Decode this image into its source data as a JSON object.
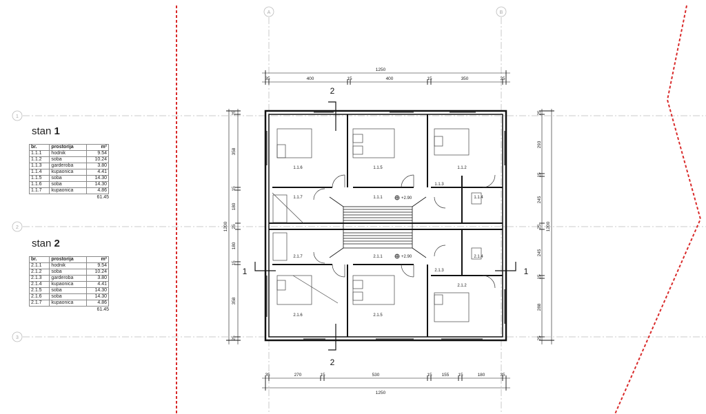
{
  "grid_axes": {
    "columns": [
      "A",
      "B"
    ],
    "rows": [
      "1",
      "2",
      "3"
    ]
  },
  "dimensions": {
    "top": [
      "35",
      "400",
      "15",
      "400",
      "15",
      "350",
      "35"
    ],
    "top_total": "1250",
    "bottom": [
      "35",
      "270",
      "15",
      "530",
      "15",
      "155",
      "15",
      "180",
      "35"
    ],
    "bottom_total": "1250",
    "left": [
      "25",
      "358",
      "15",
      "180",
      "25",
      "180",
      "15",
      "358",
      "25"
    ],
    "left_total": "1200",
    "right": [
      "25",
      "293",
      "15",
      "245",
      "25",
      "245",
      "15",
      "288",
      "25"
    ],
    "right_total": "1200"
  },
  "sections": {
    "vertical": "2",
    "horizontal": "1"
  },
  "levels": [
    "+2.90",
    "+2.90"
  ],
  "room_labels": {
    "r116": "1.1.6",
    "r115": "1.1.5",
    "r112": "1.1.2",
    "r113": "1.1.3",
    "r114": "1.1.4",
    "r117": "1.1.7",
    "r111": "1.1.1",
    "r217": "2.1.7",
    "r211": "2.1.1",
    "r214": "2.1.4",
    "r213": "2.1.3",
    "r212": "2.1.2",
    "r216": "2.1.6",
    "r215": "2.1.5"
  },
  "apartments": [
    {
      "name": "stan",
      "number": "1",
      "headers": [
        "br.",
        "prostorija",
        "m²"
      ],
      "rows": [
        [
          "1.1.1",
          "hodnik",
          "9.54"
        ],
        [
          "1.1.2",
          "soba",
          "10.24"
        ],
        [
          "1.1.3",
          "garderoba",
          "3.80"
        ],
        [
          "1.1.4",
          "kupaonica",
          "4.41"
        ],
        [
          "1.1.5",
          "soba",
          "14.30"
        ],
        [
          "1.1.6",
          "soba",
          "14.30"
        ],
        [
          "1.1.7",
          "kupaonica",
          "4.86"
        ]
      ],
      "total": "61.45"
    },
    {
      "name": "stan",
      "number": "2",
      "headers": [
        "br.",
        "prostorija",
        "m²"
      ],
      "rows": [
        [
          "2.1.1",
          "hodnik",
          "9.54"
        ],
        [
          "2.1.2",
          "soba",
          "10.24"
        ],
        [
          "2.1.3",
          "garderoba",
          "3.80"
        ],
        [
          "2.1.4",
          "kupaonica",
          "4.41"
        ],
        [
          "2.1.5",
          "soba",
          "14.30"
        ],
        [
          "2.1.6",
          "soba",
          "14.30"
        ],
        [
          "2.1.7",
          "kupaonica",
          "4.86"
        ]
      ],
      "total": "61.45"
    }
  ]
}
